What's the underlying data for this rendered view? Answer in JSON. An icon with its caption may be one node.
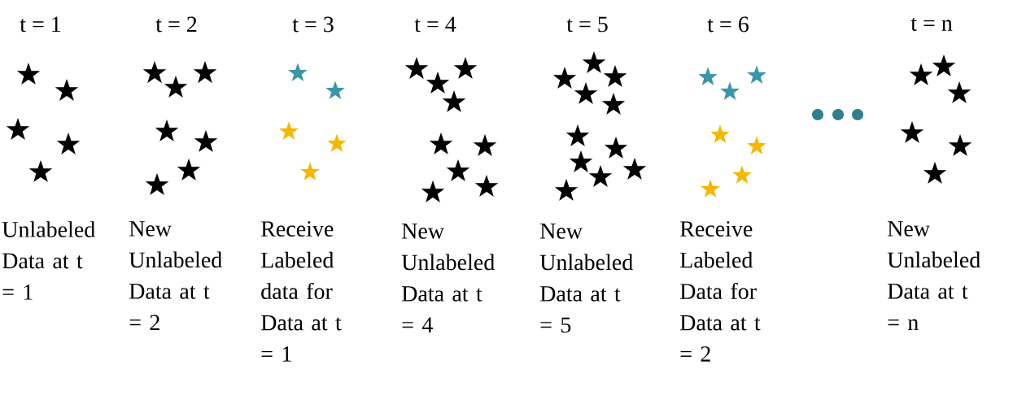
{
  "diagram": {
    "labels": [
      "t = 1",
      "t = 2",
      "t = 3",
      "t = 4",
      "t = 5",
      "t = 6",
      "t = n",
      "Unlabeled Data at t = 1",
      "New Unlabeled Data at t = 2",
      "Receive Labeled data for Data at t = 1",
      "New Unlabeled Data at t = 4",
      "New Unlabeled Data at t = 5",
      "Receive Labeled Data for Data at t = 2",
      "New Unlabeled Data at t = n"
    ]
  }
}
